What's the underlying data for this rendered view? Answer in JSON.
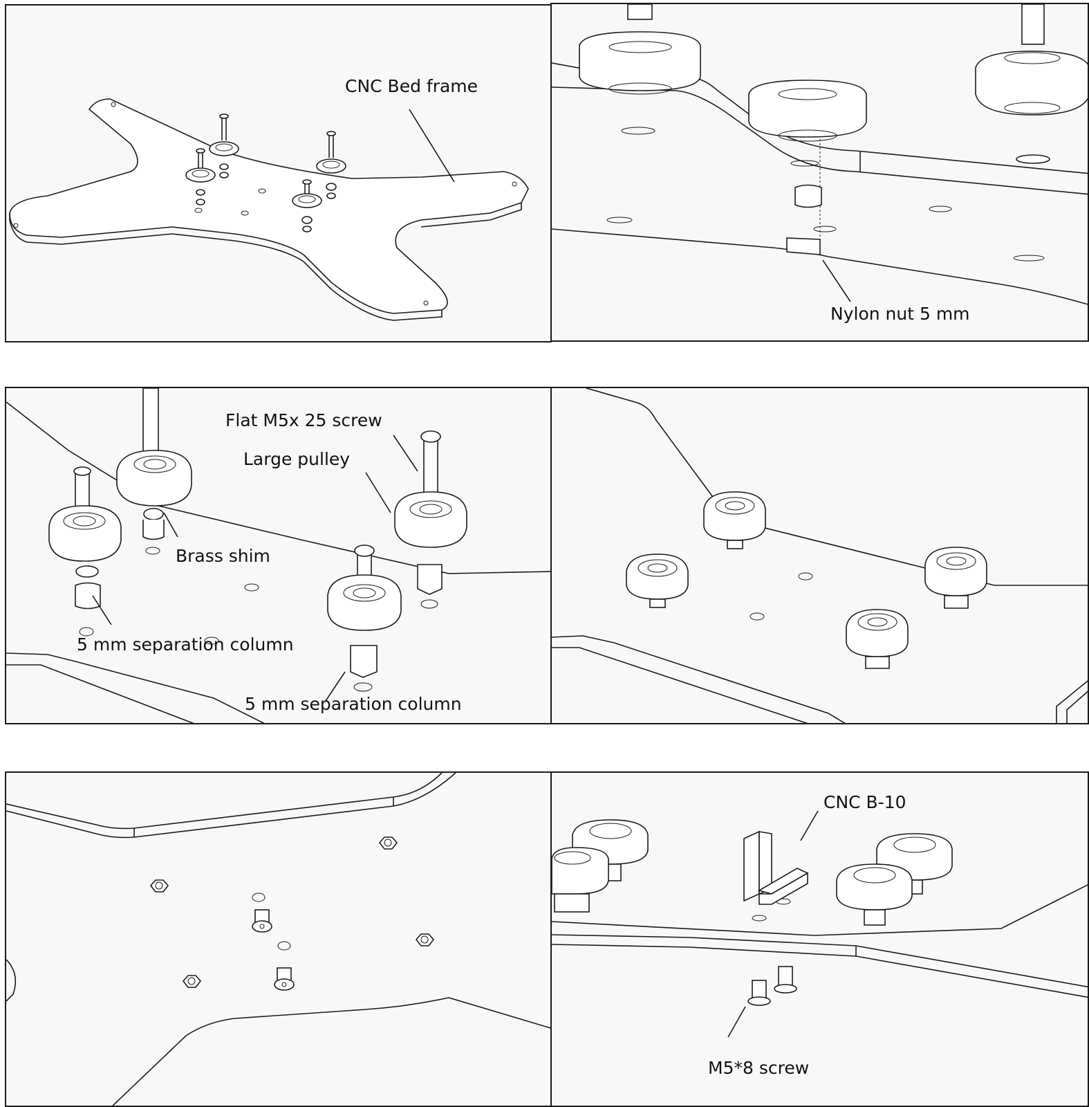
{
  "panels": [
    {
      "id": "p1",
      "labels": [
        "CNC Bed frame"
      ]
    },
    {
      "id": "p2",
      "labels": [
        "Nylon nut 5 mm"
      ]
    },
    {
      "id": "p3",
      "labels": [
        "Flat M5x 25 screw",
        "Large pulley",
        "Brass shim",
        "5 mm separation column",
        "5 mm separation column"
      ]
    },
    {
      "id": "p4",
      "labels": []
    },
    {
      "id": "p5",
      "labels": []
    },
    {
      "id": "p6",
      "labels": [
        "CNC B-10",
        "M5*8 screw"
      ]
    }
  ]
}
